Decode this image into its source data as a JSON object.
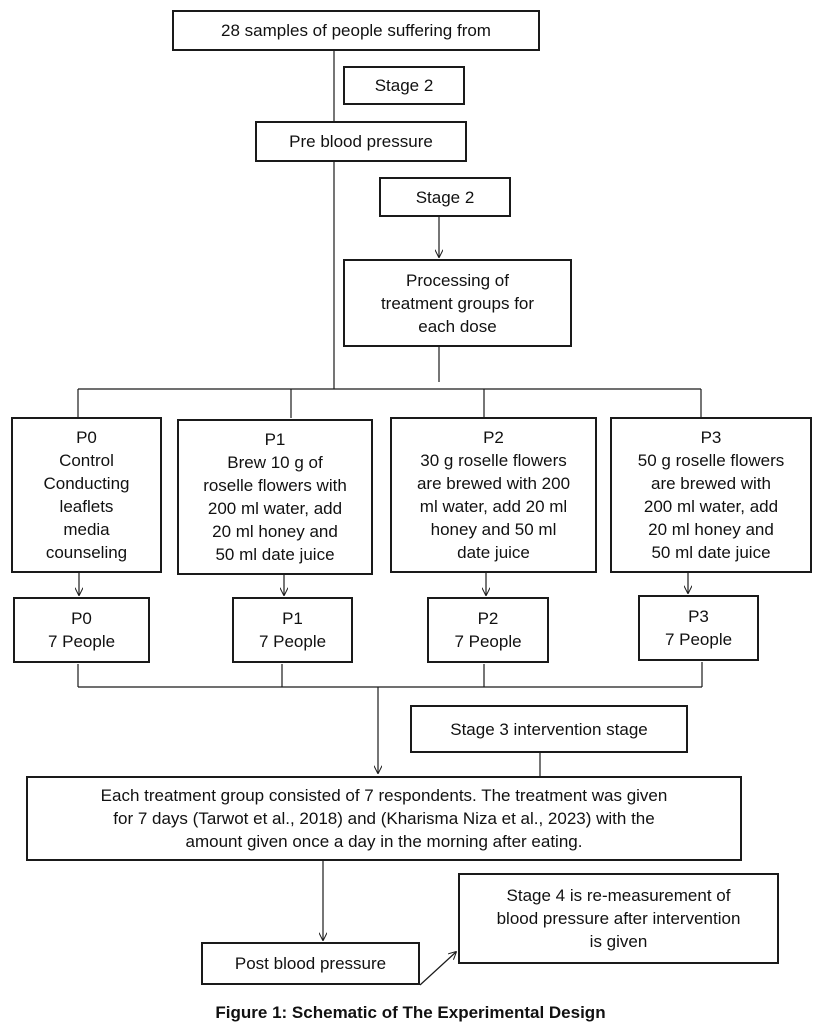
{
  "boxes": {
    "samples": [
      "28 samples of people suffering from"
    ],
    "stage2_top": [
      "Stage 2"
    ],
    "pre_bp": [
      "Pre blood pressure"
    ],
    "stage2_mid": [
      "Stage 2"
    ],
    "processing": [
      "Processing of",
      "treatment groups for",
      "each dose"
    ],
    "p0_treat": [
      "P0",
      "Control",
      "Conducting",
      "leaflets",
      "media",
      "counseling"
    ],
    "p1_treat": [
      "P1",
      "Brew 10 g of",
      "roselle flowers with",
      "200 ml water, add",
      "20 ml honey and",
      "50 ml date juice"
    ],
    "p2_treat": [
      "P2",
      "30 g roselle flowers",
      "are brewed with 200",
      "ml water, add 20 ml",
      "honey and 50 ml",
      "date juice"
    ],
    "p3_treat": [
      "P3",
      "50 g roselle flowers",
      "are brewed with",
      "200 ml water, add",
      "20 ml honey and",
      "50 ml date juice"
    ],
    "p0_people": [
      "P0",
      "7 People"
    ],
    "p1_people": [
      "P1",
      "7 People"
    ],
    "p2_people": [
      "P2",
      "7 People"
    ],
    "p3_people": [
      "P3",
      "7 People"
    ],
    "stage3": [
      "Stage 3 intervention stage"
    ],
    "each_group": [
      "Each treatment group consisted of 7 respondents. The treatment was given",
      "for 7 days (Tarwot et al., 2018) and (Kharisma Niza et al., 2023) with the",
      "amount given once a day in the morning after eating."
    ],
    "stage4": [
      "Stage 4 is re-measurement of",
      "blood pressure after intervention",
      "is given"
    ],
    "post_bp": [
      "Post blood pressure"
    ]
  },
  "caption": "Figure 1: Schematic of The Experimental Design"
}
